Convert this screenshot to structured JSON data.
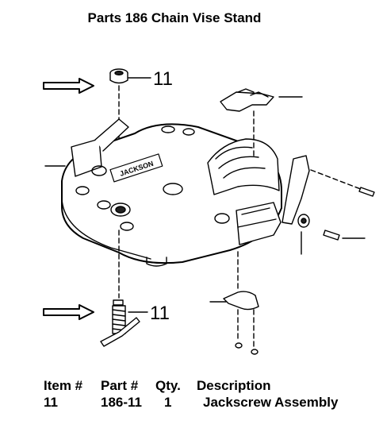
{
  "title": "Parts  186 Chain Vise Stand",
  "callouts": [
    "11",
    "11"
  ],
  "logo_text": "JACKSON",
  "table": {
    "headers": {
      "item": "Item #",
      "part": "Part #",
      "qty": "Qty.",
      "desc": "Description"
    },
    "rows": [
      {
        "item": "11",
        "part": "186-11",
        "qty": "1",
        "desc": "Jackscrew Assembly"
      }
    ]
  }
}
